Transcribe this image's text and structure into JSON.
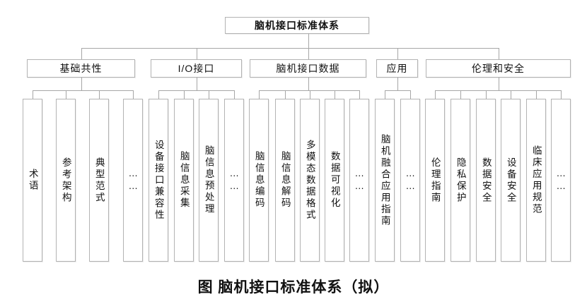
{
  "diagram": {
    "root": "脑机接口标准体系",
    "groups": [
      {
        "label": "基础共性",
        "children": [
          "术语",
          "参考架构",
          "典型范式",
          "……"
        ]
      },
      {
        "label": "I/O接口",
        "children": [
          "设备接口兼容性",
          "脑信息采集",
          "脑信息预处理",
          "……"
        ]
      },
      {
        "label": "脑机接口数据",
        "children": [
          "脑信息编码",
          "脑信息解码",
          "多模态数据格式",
          "数据可视化",
          "……"
        ]
      },
      {
        "label": "应用",
        "children": [
          "脑机融合应用指南",
          "……"
        ]
      },
      {
        "label": "伦理和安全",
        "children": [
          "伦理指南",
          "隐私保护",
          "数据安全",
          "设备安全",
          "临床应用规范",
          "……"
        ]
      }
    ],
    "caption": "图 脑机接口标准体系（拟）"
  },
  "colors": {
    "background": "#ffffff",
    "box_border": "#b3b3b3",
    "connector_line": "#a6a6a6",
    "text": "#111111"
  }
}
